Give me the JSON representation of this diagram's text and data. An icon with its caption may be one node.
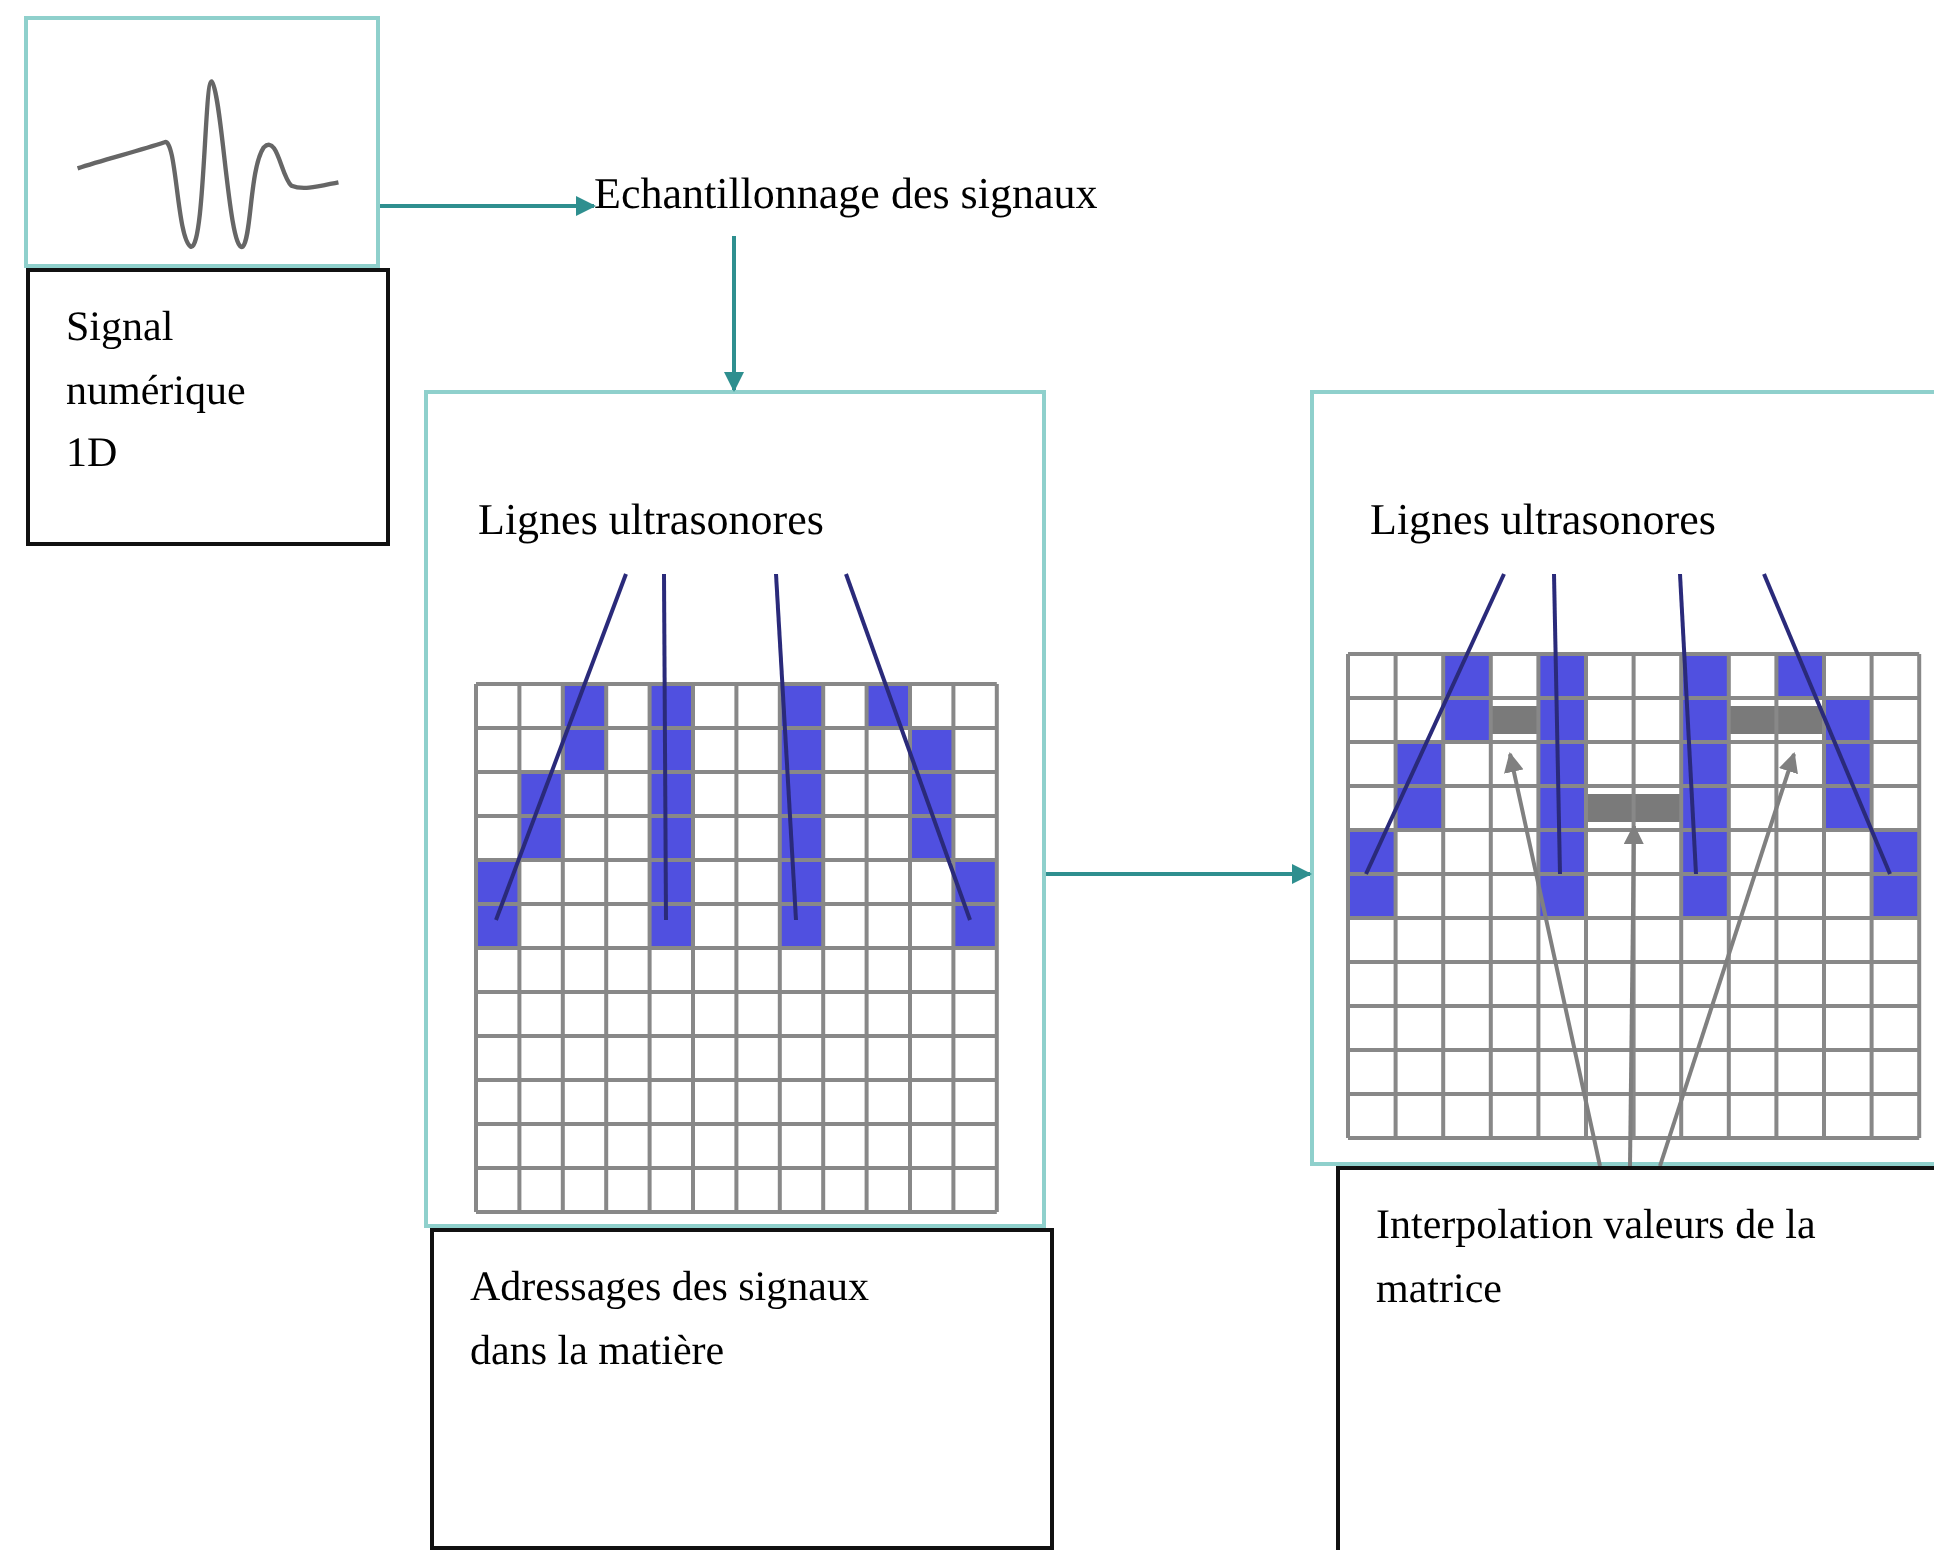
{
  "diagram": {
    "nodes": [
      {
        "text": [],
        "shape": "picture"
      },
      {
        "text": [
          "Signal numérique 1D"
        ]
      },
      {
        "text": [
          "Echantillonnage des signaux"
        ]
      },
      {
        "text": [
          "Lignes ultrasonores"
        ]
      },
      {
        "text": [
          "Adressages des signaux dans la matière"
        ]
      },
      {
        "text": [
          "Lignes ultrasonores"
        ]
      },
      {
        "text": [
          "Interpolation valeurs de la matrice"
        ]
      }
    ],
    "edges": [
      {
        "from": 0,
        "to": 2,
        "arrow": "to",
        "color": "#2e8f8f"
      },
      {
        "from": 2,
        "to": 3,
        "arrow": "to",
        "color": "#2e8f8f"
      },
      {
        "from": 3,
        "to": 5,
        "arrow": "to",
        "color": "#2e8f8f"
      },
      {
        "from": 3,
        "to": null,
        "arrow": "none"
      },
      {
        "from": 3,
        "to": null,
        "arrow": "none"
      },
      {
        "from": 3,
        "to": null,
        "arrow": "none"
      },
      {
        "from": 3,
        "to": null,
        "arrow": "none"
      },
      {
        "from": 5,
        "to": null,
        "arrow": "none"
      },
      {
        "from": 5,
        "to": null,
        "arrow": "none"
      },
      {
        "from": 5,
        "to": null,
        "arrow": "none"
      },
      {
        "from": 5,
        "to": null,
        "arrow": "none"
      },
      {
        "from": 6,
        "to": 5,
        "arrow": "to",
        "color": "#808080"
      },
      {
        "from": 6,
        "to": 5,
        "arrow": "to",
        "color": "#808080"
      },
      {
        "from": 6,
        "to": 5,
        "arrow": "to",
        "color": "#808080"
      }
    ]
  }
}
